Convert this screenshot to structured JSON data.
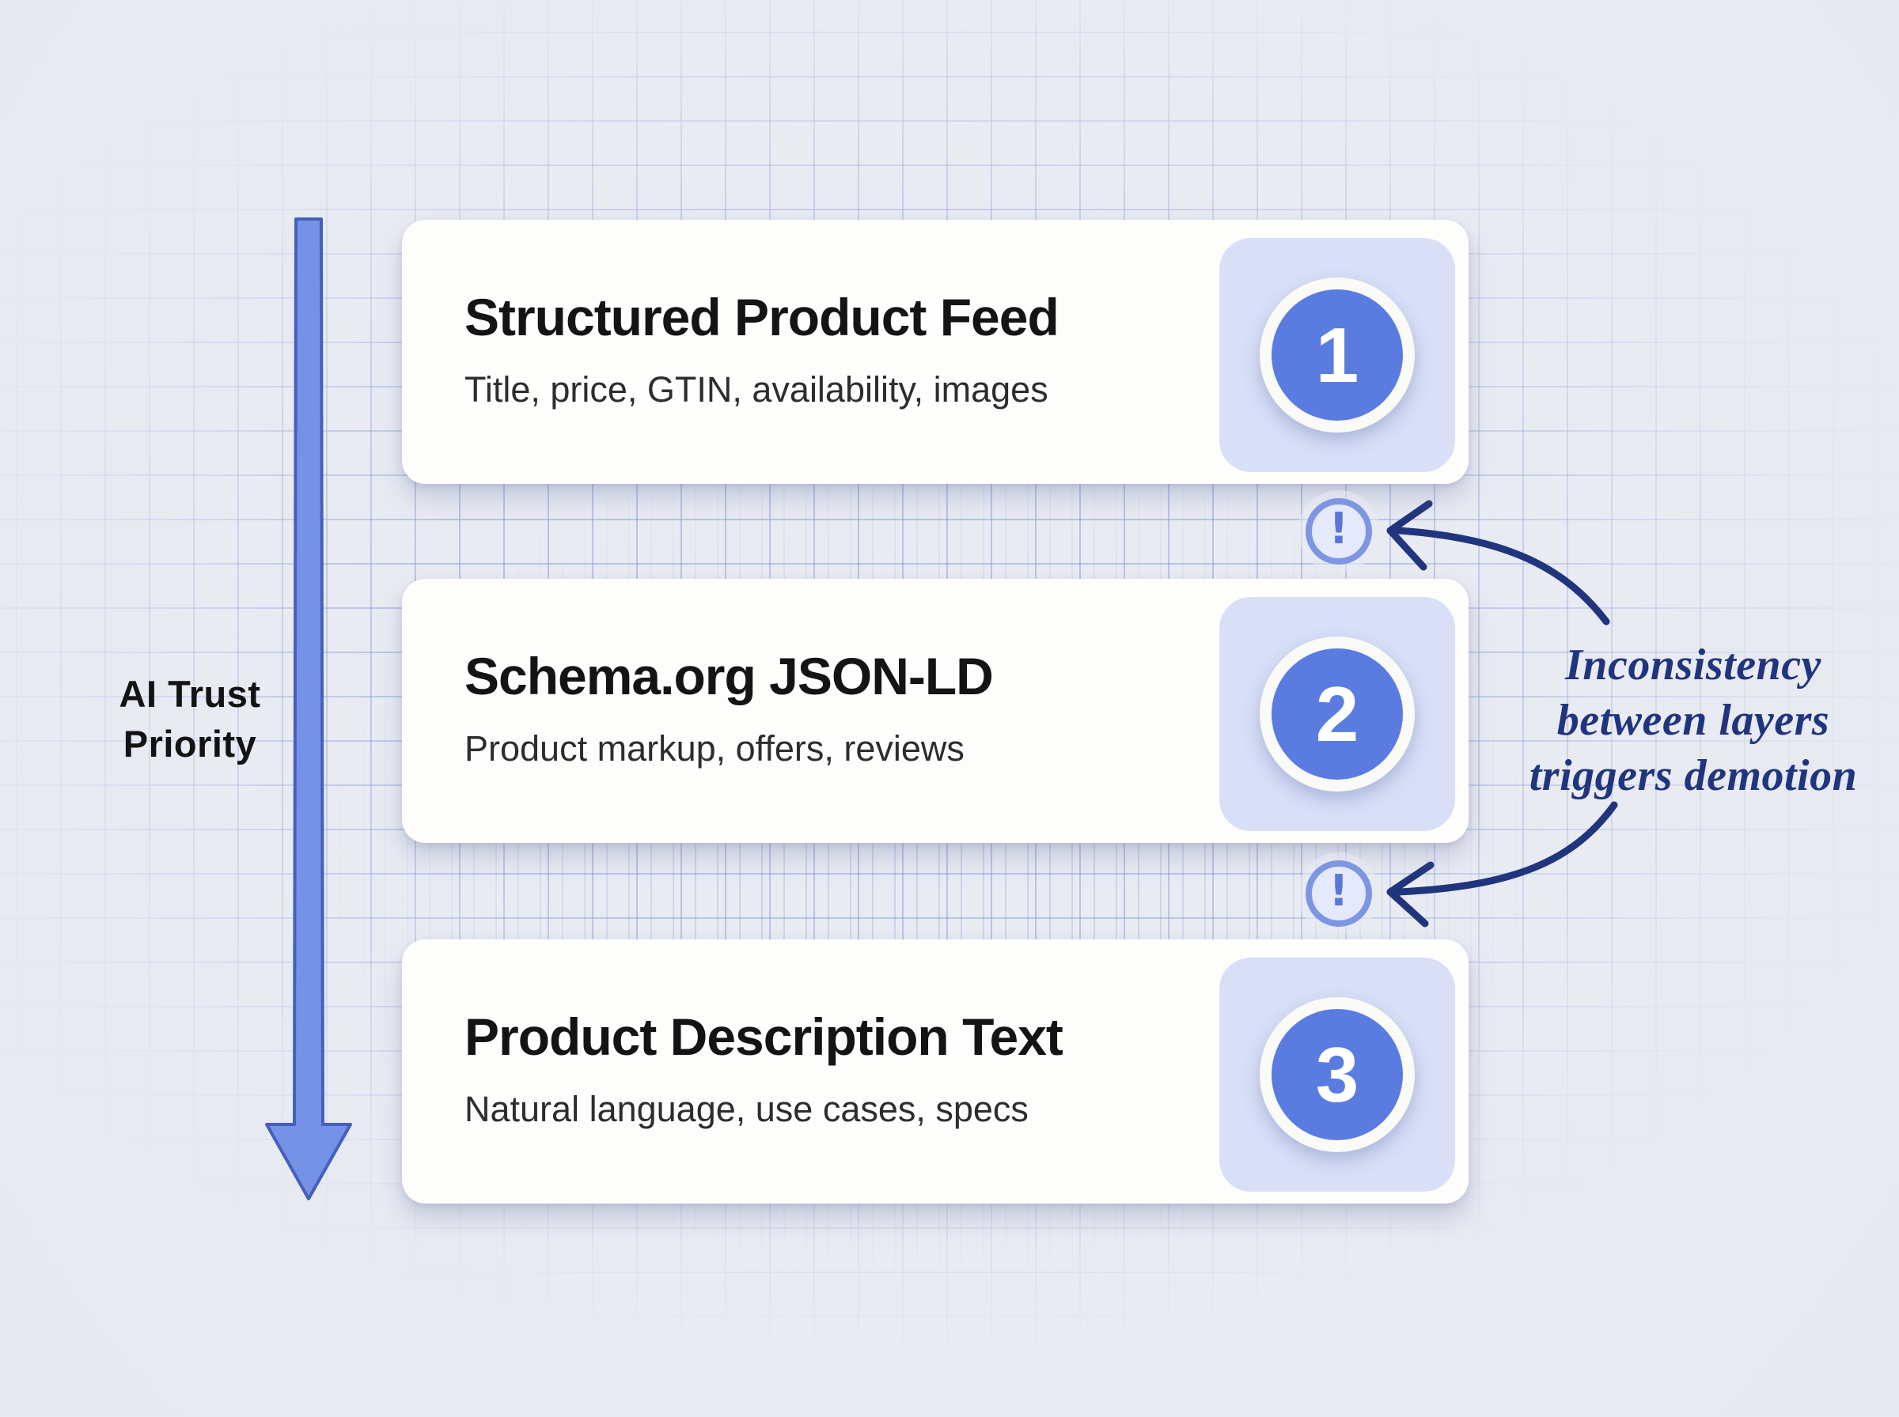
{
  "axis_label": {
    "line1": "AI Trust",
    "line2": "Priority"
  },
  "cards": [
    {
      "rank": "1",
      "title": "Structured Product Feed",
      "subtitle": "Title, price, GTIN, availability, images"
    },
    {
      "rank": "2",
      "title": "Schema.org JSON-LD",
      "subtitle": "Product markup, offers, reviews"
    },
    {
      "rank": "3",
      "title": "Product Description Text",
      "subtitle": "Natural language, use cases, specs"
    }
  ],
  "annotation": {
    "line1": "Inconsistency",
    "line2": "between layers",
    "line3": "triggers demotion"
  },
  "icons": {
    "exclamation_glyph": "!"
  },
  "colors": {
    "background": "#e9ebf3",
    "grid_line": "#8a9bd4",
    "card_bg": "#fdfdfb",
    "badge_panel": "#d8dff7",
    "badge_circle": "#5a7ce1",
    "badge_ring": "#fafaf6",
    "priority_arrow_fill": "#7592e7",
    "priority_arrow_stroke": "#4560ba",
    "annotation_ink": "#21357e",
    "warning_border": "#7e96e2",
    "warning_fill": "#e4e9fb",
    "warning_glyph": "#5b76d8",
    "title_text": "#141414",
    "subtitle_text": "#2d2d2d"
  }
}
